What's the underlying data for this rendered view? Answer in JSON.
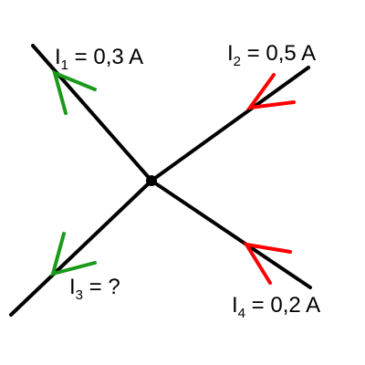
{
  "colors": {
    "wire": "#000000",
    "outgoing_arrow": "#1a9a1a",
    "incoming_arrow": "#ff0000",
    "text": "#000000"
  },
  "currents": {
    "i1": {
      "symbol": "I",
      "index": "1",
      "value": " = 0,3 A",
      "direction": "away-from-node"
    },
    "i2": {
      "symbol": "I",
      "index": "2",
      "value": " = 0,5 A",
      "direction": "toward-node"
    },
    "i3": {
      "symbol": "I",
      "index": "3",
      "value": " = ?",
      "direction": "away-from-node"
    },
    "i4": {
      "symbol": "I",
      "index": "4",
      "value": " = 0,2 A",
      "direction": "toward-node"
    }
  }
}
